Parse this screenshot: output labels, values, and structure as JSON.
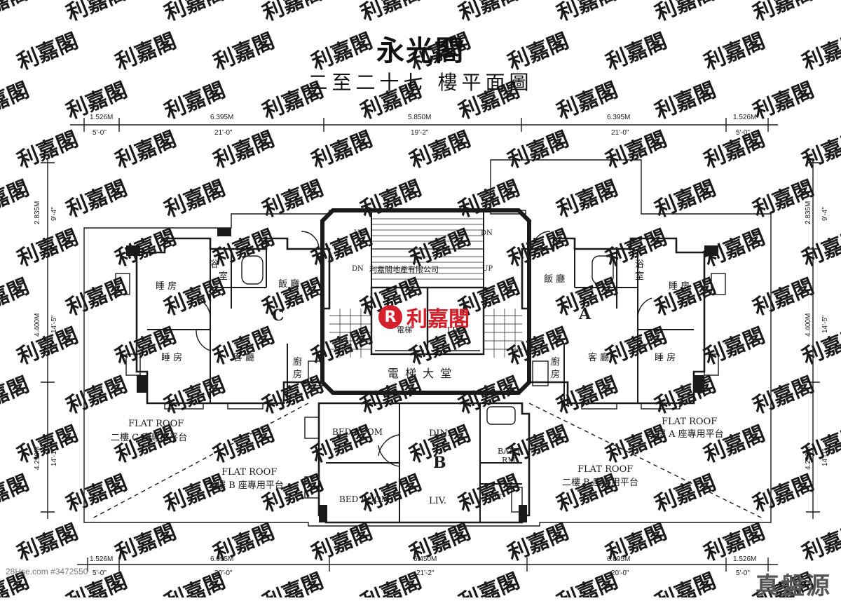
{
  "title": "永光閣",
  "subtitle": "二至二十七 樓平面圖",
  "watermark_text": "利嘉閣",
  "dimensions": {
    "top_m": [
      "1.526M",
      "6.395M",
      "5.850M",
      "6.395M",
      "1.526M"
    ],
    "top_ft": [
      "5'-0\"",
      "21'-0\"",
      "19'-2\"",
      "21'-0\"",
      "5'-0\""
    ],
    "bottom_m": [
      "1.526M",
      "6.095M",
      "6.450M",
      "6.095M",
      "1.526M"
    ],
    "bottom_ft": [
      "5'-0\"",
      "20'-0\"",
      "21'-2\"",
      "20'-0\"",
      "5'-0\""
    ],
    "left_m": [
      "2.835M",
      "4.400M",
      "4.290M"
    ],
    "left_ft": [
      "9'-4\"",
      "14'-5\"",
      "14'-1\""
    ],
    "right_m": [
      "2.835M",
      "4.400M",
      "4.290M"
    ],
    "right_ft": [
      "9'-4\"",
      "14'-5\"",
      "14'-1\""
    ]
  },
  "units": {
    "c": {
      "letter": "C",
      "bedroom1": "睡 房",
      "bedroom2": "睡 房",
      "bath": [
        "浴",
        "室"
      ],
      "dining": "飯 廳",
      "living": "客 廳",
      "kitchen": [
        "廚",
        "房"
      ]
    },
    "a": {
      "letter": "A",
      "bedroom1": "睡 房",
      "bedroom2": "睡 房",
      "bath": [
        "浴",
        "室"
      ],
      "dining": "飯 廳",
      "living": "客 廳",
      "kitchen": [
        "廚",
        "房"
      ]
    },
    "b": {
      "letter": "B",
      "bedroom1": "BED ROOM",
      "bedroom2": "BED ROOM",
      "dining": "DIN.",
      "living": "LIV.",
      "bath": [
        "BATH.",
        "RM"
      ],
      "kitchen": "KIT."
    }
  },
  "core": {
    "stair_up_left": "UP",
    "stair_dn_right": "DN",
    "stair_dn_left": "DN",
    "stair_up_right": "UP",
    "company_name": "利嘉閣地產有限公司",
    "lift_left": "電梯",
    "lift_right": "LIFT",
    "lift_lobby": "電 梯 大 堂"
  },
  "roofs": {
    "c_title": "FLAT ROOF",
    "c_sub": "二樓 C 座專用平台",
    "b_left_title": "FLAT ROOF",
    "b_left_sub": "二樓 B 座專用平台",
    "a_title": "FLAT ROOF",
    "a_sub": "二樓 A 座專用平台",
    "b_right_title": "FLAT ROOF",
    "b_right_sub": "二樓 B 座專用平台"
  },
  "logo": {
    "mark": "R",
    "text": "利嘉閣"
  },
  "footer": {
    "source": "28Hse.com #3472550",
    "brand": "真盤源"
  }
}
